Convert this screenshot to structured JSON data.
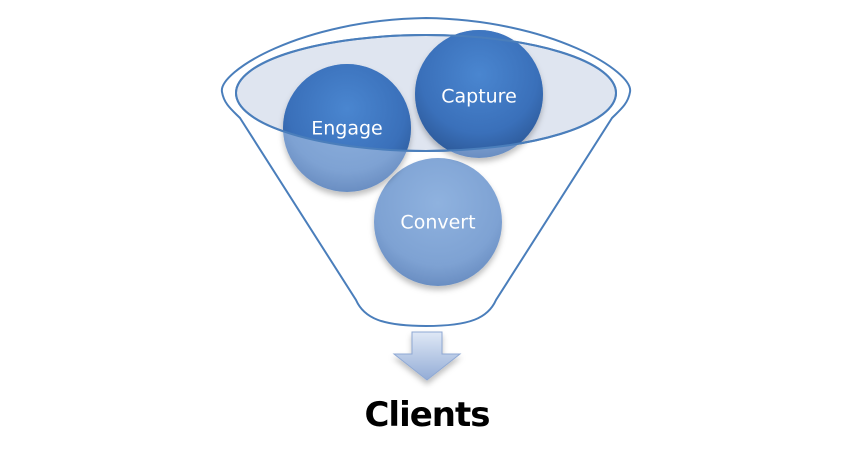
{
  "diagram": {
    "type": "funnel",
    "stages": [
      {
        "id": "engage",
        "label": "Engage"
      },
      {
        "id": "capture",
        "label": "Capture"
      },
      {
        "id": "convert",
        "label": "Convert"
      }
    ],
    "result": {
      "label": "Clients"
    }
  },
  "colors": {
    "funnel_outline": "#4a7ebb",
    "funnel_fill": "#dfe5f0",
    "circle_dark": "#3a6fba",
    "circle_light": "#7fa3d4",
    "arrow": "#b3c6e6",
    "text_light": "#ffffff",
    "text_dark": "#000000"
  }
}
